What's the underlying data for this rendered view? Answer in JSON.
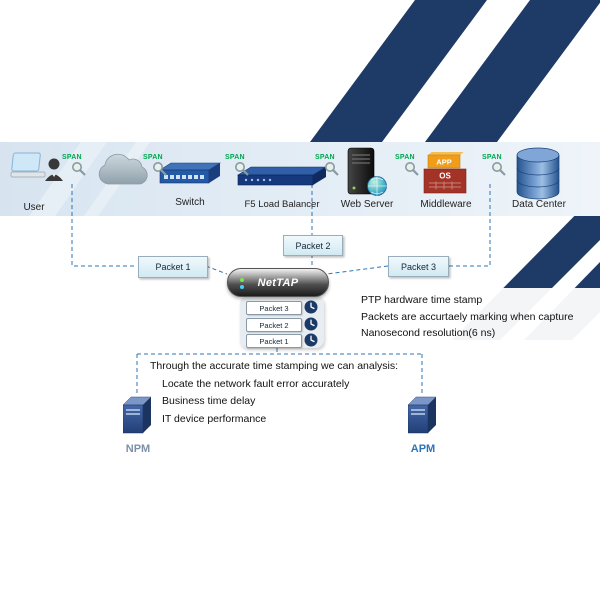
{
  "colors": {
    "stripe_navy": "#1e3a66",
    "band_blue": "#dbe7f1",
    "dashed_line_blue": "#2e74b5",
    "span_green": "#00a650",
    "npm_label_color": "#7d90a8",
    "apm_label_color": "#2e74b5"
  },
  "labels": {
    "span": "SPAN"
  },
  "devices": {
    "user": {
      "label": "User"
    },
    "switch": {
      "label": "Switch"
    },
    "f5": {
      "label": "F5 Load Balancer"
    },
    "web_server": {
      "label": "Web Server"
    },
    "middleware": {
      "label": "Middleware",
      "badge_top": "APP",
      "badge_bottom": "OS"
    },
    "data_center": {
      "label": "Data Center"
    }
  },
  "packets": {
    "p1": "Packet 1",
    "p2": "Packet 2",
    "p3": "Packet 3"
  },
  "nettap": {
    "label": "NetTAP"
  },
  "stacked_packets": [
    "Packet 3",
    "Packet 2",
    "Packet 1"
  ],
  "timestamp_notes": [
    "PTP hardware time stamp",
    "Packets are accurtaely marking when capture",
    "Nanosecond resolution(6 ns)"
  ],
  "analysis": {
    "title": "Through the accurate time stamping we can analysis:",
    "items": [
      "Locate the network fault error accurately",
      "Business time delay",
      "IT device performance"
    ]
  },
  "endpoints": {
    "npm": "NPM",
    "apm": "APM"
  }
}
